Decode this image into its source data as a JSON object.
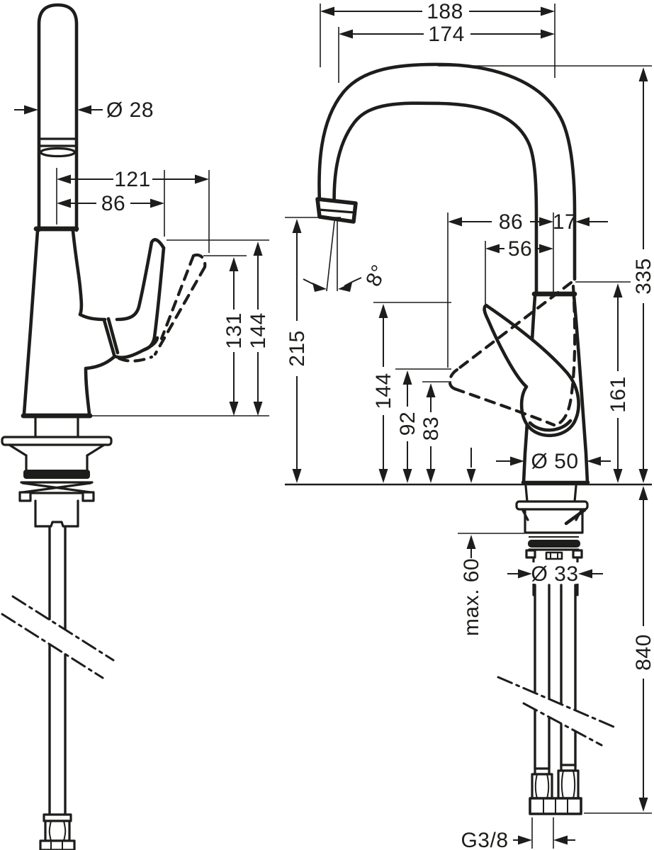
{
  "drawing": {
    "product": "single-lever kitchen mixer dimension drawing",
    "line_color": "#1d1d1b",
    "background": "#ffffff",
    "front_view": {
      "spout_diameter": "Ø 28",
      "handle_reach_tilted": "121",
      "handle_reach": "86",
      "handle_height": "131",
      "handle_height_tilted": "144"
    },
    "side_view": {
      "overall_reach": "188",
      "spout_reach": "174",
      "outlet_to_axis": "86",
      "axis_offset": "17",
      "handle_to_axis": "56",
      "spout_angle": "8°",
      "spout_height": "215",
      "body_top_height": "144",
      "handle_tip_height_upper": "92",
      "handle_tip_height_lower": "83",
      "handle_rear_height": "161",
      "overall_height": "335",
      "base_diameter": "Ø 50",
      "max_counter_thickness": "max. 60",
      "shank_diameter": "Ø 33",
      "hose_length": "840",
      "connection_thread": "G3/8"
    }
  }
}
